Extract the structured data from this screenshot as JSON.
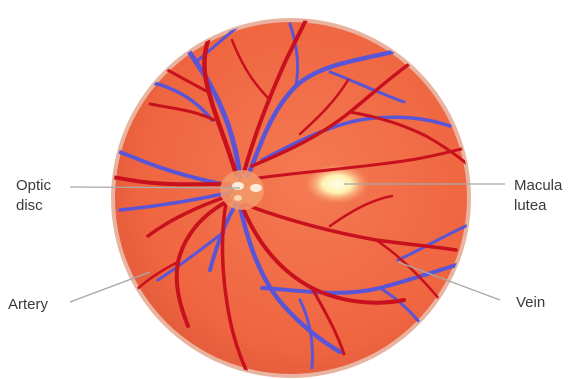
{
  "labels": {
    "optic_disc_line1": "Optic",
    "optic_disc_line2": "disc",
    "macula_line1": "Macula",
    "macula_line2": "lutea",
    "artery": "Artery",
    "vein": "Vein"
  },
  "colors": {
    "retina_fill": "#f06a44",
    "retina_edge": "#e2a48f",
    "artery": "#c8101e",
    "vein": "#5a55d6",
    "macula": "#fff2b0",
    "leader_line": "#a8a8a8"
  }
}
